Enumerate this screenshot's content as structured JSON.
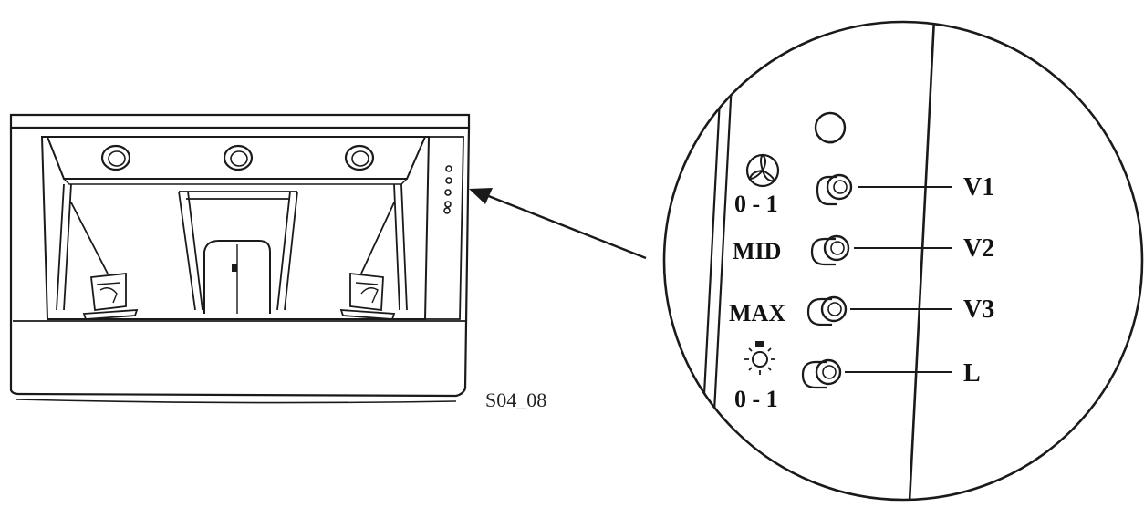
{
  "figure_code": "S04_08",
  "panel": {
    "fan_symbol": "fan-icon",
    "light_symbol": "light-icon",
    "labels": {
      "fan_toggle": "0 - 1",
      "mid": "MID",
      "max": "MAX",
      "light_toggle": "0 - 1"
    },
    "callouts": [
      "V1",
      "V2",
      "V3",
      "L"
    ]
  },
  "colors": {
    "ink": "#1a1a1a",
    "background": "#ffffff"
  }
}
